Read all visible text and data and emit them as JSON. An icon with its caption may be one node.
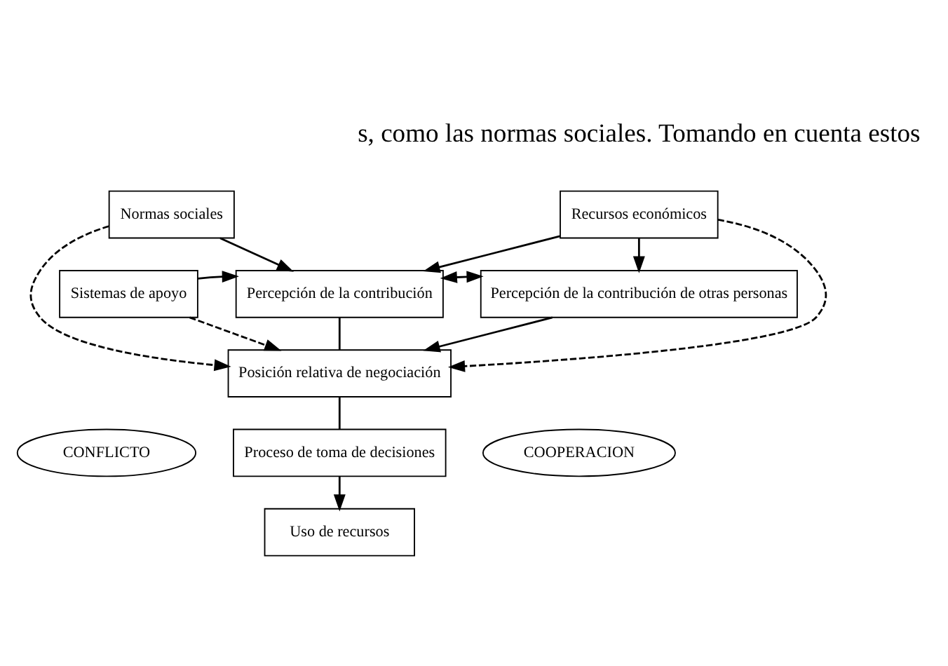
{
  "diagram": {
    "nodes": [
      {
        "text": [
          "Recursos económicos"
        ]
      },
      {
        "text": [
          "Sistemas de apoyo"
        ]
      },
      {
        "text": [
          "Normas sociales"
        ]
      },
      {
        "text": [
          "Percepción de la contribución"
        ]
      },
      {
        "text": [
          "Percepción de la contribución de otras personas"
        ]
      },
      {
        "text": [
          "Posición relativa de negociación"
        ]
      },
      {
        "text": [
          "CONFLICTO"
        ]
      },
      {
        "text": [
          "Proceso de toma de decisiones"
        ]
      },
      {
        "text": [
          "COOPERACION"
        ]
      },
      {
        "text": [
          "Uso de recursos"
        ]
      }
    ],
    "edges": [
      {
        "from": 0,
        "to": 3,
        "arrow": "to"
      },
      {
        "from": 1,
        "to": 3,
        "arrow": "to"
      },
      {
        "from": 2,
        "to": 3,
        "arrow": "to"
      },
      {
        "from": 0,
        "to": 5,
        "arrow": "to",
        "style": "dashed"
      },
      {
        "from": 1,
        "to": 5,
        "arrow": "to",
        "style": "dashed"
      },
      {
        "from": 2,
        "to": 5,
        "arrow": "to",
        "style": "dashed"
      },
      {
        "from": 0,
        "to": 4,
        "arrow": "to"
      },
      {
        "from": 3,
        "to": 4,
        "arrow": "both"
      },
      {
        "from": 3,
        "to": 5,
        "arrow": "none"
      },
      {
        "from": 4,
        "to": 5,
        "arrow": "to"
      },
      {
        "from": 5,
        "to": 7,
        "arrow": "none"
      },
      {
        "from": 7,
        "to": 9,
        "arrow": "to"
      }
    ],
    "labels": [
      "s, como las normas sociales. Tomando en cuenta estos"
    ]
  }
}
